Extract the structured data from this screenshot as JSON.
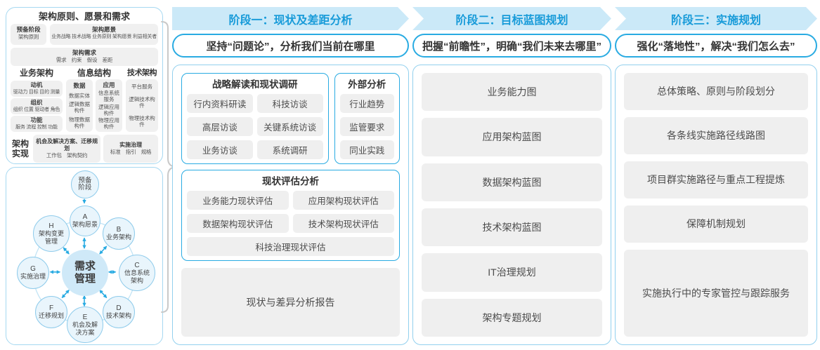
{
  "colors": {
    "accent_blue": "#29abe2",
    "banner_bg": "#cbe9f8",
    "banner_text": "#189bd9",
    "panel_border": "#92d0ee",
    "gray_box": "#efefef"
  },
  "left_top": {
    "title": "架构原则、愿景和需求",
    "prep": {
      "title": "预备阶段",
      "sub": "架构原则"
    },
    "vision": {
      "title": "架构愿景",
      "sub": "业务战略 技术战略 业务原则 架构愿景 利益相关者"
    },
    "req": {
      "title": "架构需求",
      "sub": "需求　约束　假设　差距"
    },
    "business": {
      "title": "业务架构",
      "boxes": [
        {
          "title": "动机",
          "sub": "驱动力 目标 目的 测量"
        },
        {
          "title": "组织",
          "sub": "组织 位置 驱动者 角色"
        },
        {
          "title": "功能",
          "sub": "服务 流程 控制 功能"
        }
      ]
    },
    "info": {
      "title": "信息结构",
      "data_col": {
        "title": "数据",
        "items": [
          "数据实体",
          "逻辑数据构件",
          "物理数据构件"
        ]
      },
      "app_col": {
        "title": "应用",
        "items": [
          "信息系统服务",
          "逻辑应用构件",
          "物理应用构件"
        ]
      }
    },
    "tech": {
      "title": "技术架构",
      "items": [
        "平台服务",
        "逻辑技术构件",
        "物理技术构件"
      ]
    },
    "impl": {
      "label": "架构实现",
      "box1": {
        "title": "机会及解决方案、迁移规划",
        "sub": "工作包　架构契约"
      },
      "box2": {
        "title": "实施治理",
        "sub": "标准　指引　规格"
      }
    }
  },
  "adm": {
    "prep": "预备阶段",
    "center": "需求管理",
    "nodes": [
      {
        "letter": "A",
        "name": "架构愿景"
      },
      {
        "letter": "B",
        "name": "业务架构"
      },
      {
        "letter": "C",
        "name": "信息系统架构"
      },
      {
        "letter": "D",
        "name": "技术架构"
      },
      {
        "letter": "E",
        "name": "机会及解决方案"
      },
      {
        "letter": "F",
        "name": "迁移规划"
      },
      {
        "letter": "G",
        "name": "实施治理"
      },
      {
        "letter": "H",
        "name": "架构变更管理"
      }
    ]
  },
  "phases": [
    {
      "header": "阶段一：现状及差距分析",
      "slogan": "坚持“问题论”，分析我们当前在哪里"
    },
    {
      "header": "阶段二：目标蓝图规划",
      "slogan": "把握“前瞻性”，明确“我们未来去哪里”"
    },
    {
      "header": "阶段三：实施规划",
      "slogan": "强化“落地性”，解决“我们怎么去”"
    }
  ],
  "phase1": {
    "strategy": {
      "title": "战略解读和现状调研",
      "items": [
        "行内资料研读",
        "科技访谈",
        "高层访谈",
        "关键系统访谈",
        "业务访谈",
        "系统调研"
      ]
    },
    "external": {
      "title": "外部分析",
      "items": [
        "行业趋势",
        "监管要求",
        "同业实践"
      ]
    },
    "assessment": {
      "title": "现状评估分析",
      "items": [
        "业务能力现状评估",
        "应用架构现状评估",
        "数据架构现状评估",
        "技术架构现状评估",
        "科技治理现状评估"
      ]
    },
    "report": "现状与差异分析报告"
  },
  "phase2": {
    "items": [
      "业务能力图",
      "应用架构蓝图",
      "数据架构蓝图",
      "技术架构蓝图",
      "IT治理规划",
      "架构专题规划"
    ]
  },
  "phase3": {
    "items": [
      "总体策略、原则与阶段划分",
      "各条线实施路径线路图",
      "项目群实施路径与重点工程提炼",
      "保障机制规划",
      "实施执行中的专家管控与跟踪服务"
    ]
  }
}
